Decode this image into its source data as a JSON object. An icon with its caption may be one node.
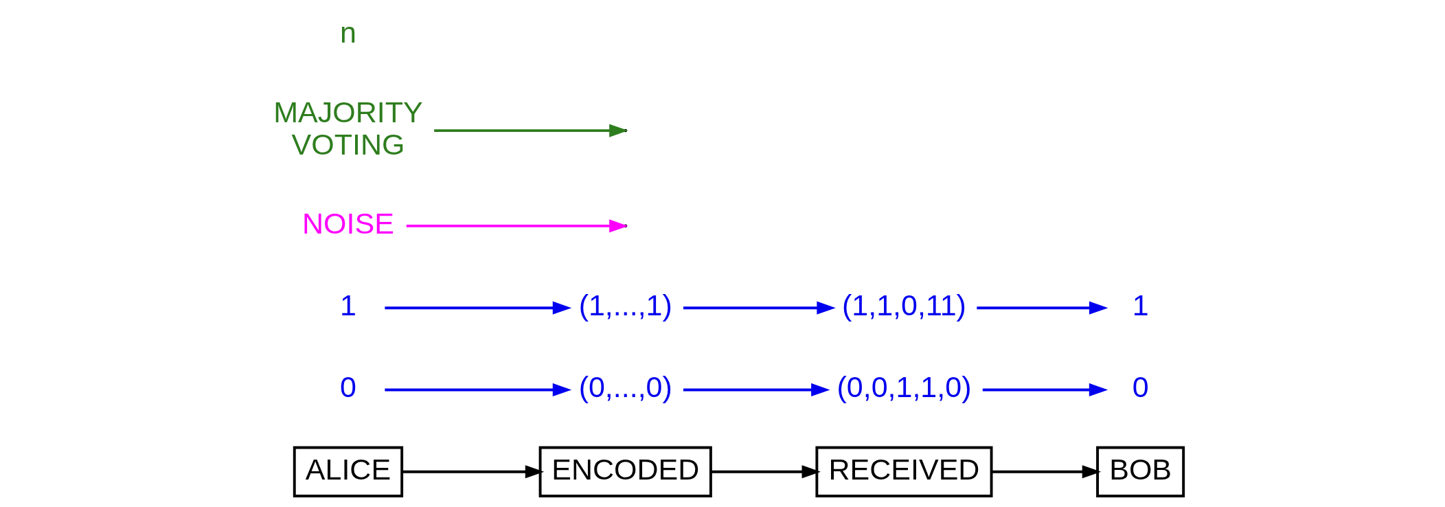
{
  "diagram": {
    "nodes": [
      {
        "text": [
          "ALICE"
        ]
      },
      {
        "text": [
          "ENCODED"
        ]
      },
      {
        "text": [
          "RECEIVED"
        ]
      },
      {
        "text": [
          "BOB"
        ]
      },
      {
        "text": [
          "0"
        ]
      },
      {
        "text": [
          "(0,...,0)"
        ]
      },
      {
        "text": [
          "(0,0,1,1,0)"
        ]
      },
      {
        "text": [
          "0"
        ]
      },
      {
        "text": [
          "1"
        ]
      },
      {
        "text": [
          "(1,...,1)"
        ]
      },
      {
        "text": [
          "(1,1,0,11)"
        ]
      },
      {
        "text": [
          "1"
        ]
      },
      {
        "text": [
          "NOISE"
        ]
      },
      {
        "text": [
          "MAJORITY VOTING"
        ]
      }
    ],
    "edges": [
      {
        "from": 0,
        "to": 1,
        "arrow": "to",
        "color": "#000000"
      },
      {
        "from": 1,
        "to": 2,
        "arrow": "to",
        "color": "#000000"
      },
      {
        "from": 2,
        "to": 3,
        "arrow": "to",
        "color": "#000000"
      },
      {
        "from": 4,
        "to": 5,
        "arrow": "to"
      },
      {
        "from": 5,
        "to": 6,
        "arrow": "to"
      },
      {
        "from": 6,
        "to": 7,
        "arrow": "to"
      },
      {
        "from": 8,
        "to": 9,
        "arrow": "to"
      },
      {
        "from": 9,
        "to": 10,
        "arrow": "to"
      },
      {
        "from": 10,
        "to": 11,
        "arrow": "to"
      },
      {
        "from": 12,
        "to": null,
        "arrow": "to",
        "color": "#ff00ff"
      },
      {
        "from": 13,
        "to": null,
        "arrow": "to",
        "color": "#2e7d1e"
      }
    ],
    "labels": [
      "n"
    ]
  }
}
